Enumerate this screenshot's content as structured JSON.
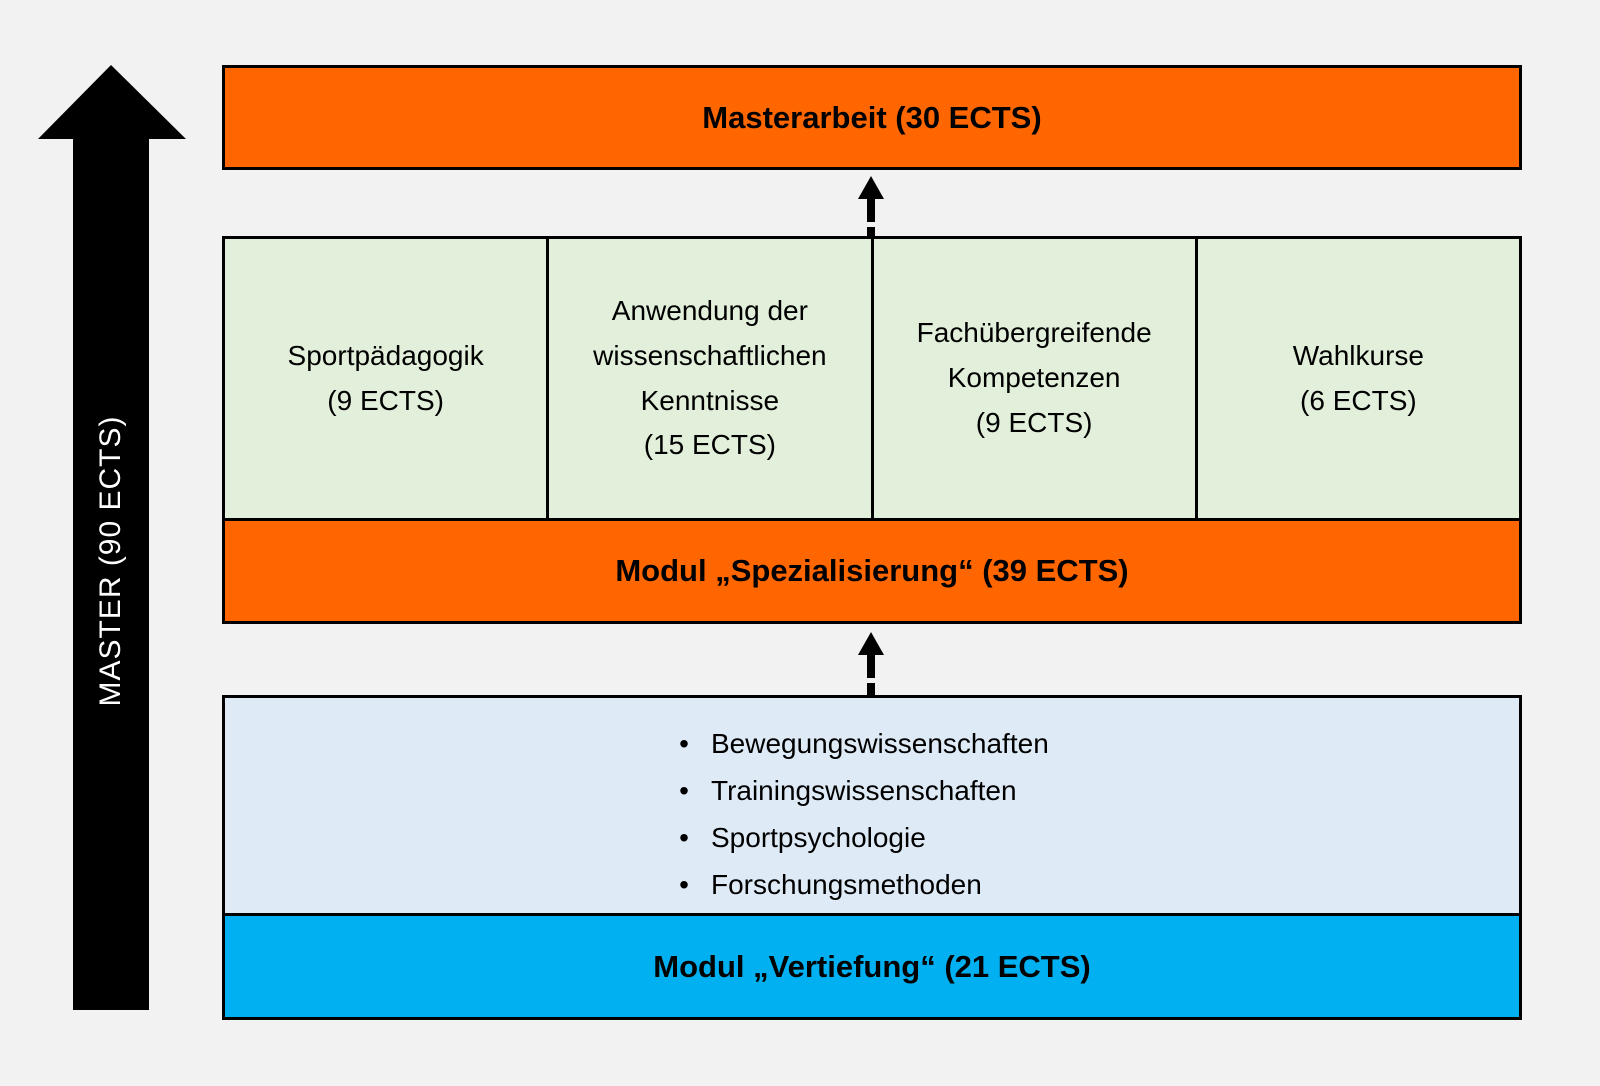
{
  "colors": {
    "background": "#F2F2F2",
    "orange": "#FF6600",
    "light_green": "#E2EFDA",
    "light_blue": "#DEEAF6",
    "cyan": "#00B0F0",
    "arrow_black": "#000000",
    "arrow_text_white": "#FFFFFF"
  },
  "master_arrow": {
    "label": "MASTER (90 ECTS)"
  },
  "masterarbeit_bar": {
    "label": "Masterarbeit (30 ECTS)"
  },
  "spezialisierung": {
    "bar_label": "Modul „Spezialisierung“ (39 ECTS)",
    "courses": [
      {
        "name": "Sportpädagogik",
        "ects": "(9 ECTS)"
      },
      {
        "name": "Anwendung der wissenschaftlichen Kenntnisse",
        "ects": "(15 ECTS)"
      },
      {
        "name": "Fachübergreifende Kompetenzen",
        "ects": "(9 ECTS)"
      },
      {
        "name": "Wahlkurse",
        "ects": "(6 ECTS)"
      }
    ]
  },
  "vertiefung": {
    "bar_label": "Modul „Vertiefung“ (21 ECTS)",
    "bullet_glyph": "•",
    "topics": [
      "Bewegungswissenschaften",
      "Trainingswissenschaften",
      "Sportpsychologie",
      "Forschungsmethoden"
    ]
  }
}
